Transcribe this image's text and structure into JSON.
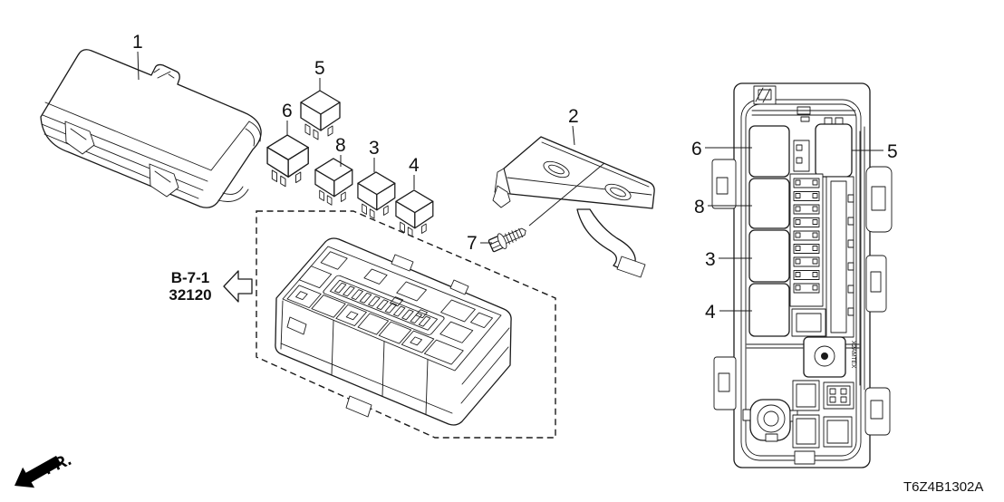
{
  "page": {
    "background": "#ffffff",
    "line_color": "#1a1a1a"
  },
  "callouts": {
    "cover": "1",
    "bracket": "2",
    "relay3": "3",
    "relay4": "4",
    "relay5": "5",
    "relay6": "6",
    "bolt": "7",
    "relay8": "8"
  },
  "rear_callouts": {
    "socket6": "6",
    "socket8": "8",
    "socket3": "3",
    "socket4": "4",
    "socket5": "5"
  },
  "reference_block": {
    "line1": "B-7-1",
    "line2": "32120"
  },
  "front_marker": {
    "label": "FR."
  },
  "diagram_number": "T6Z4B1302A",
  "molded_marking": "X2AMTEX"
}
